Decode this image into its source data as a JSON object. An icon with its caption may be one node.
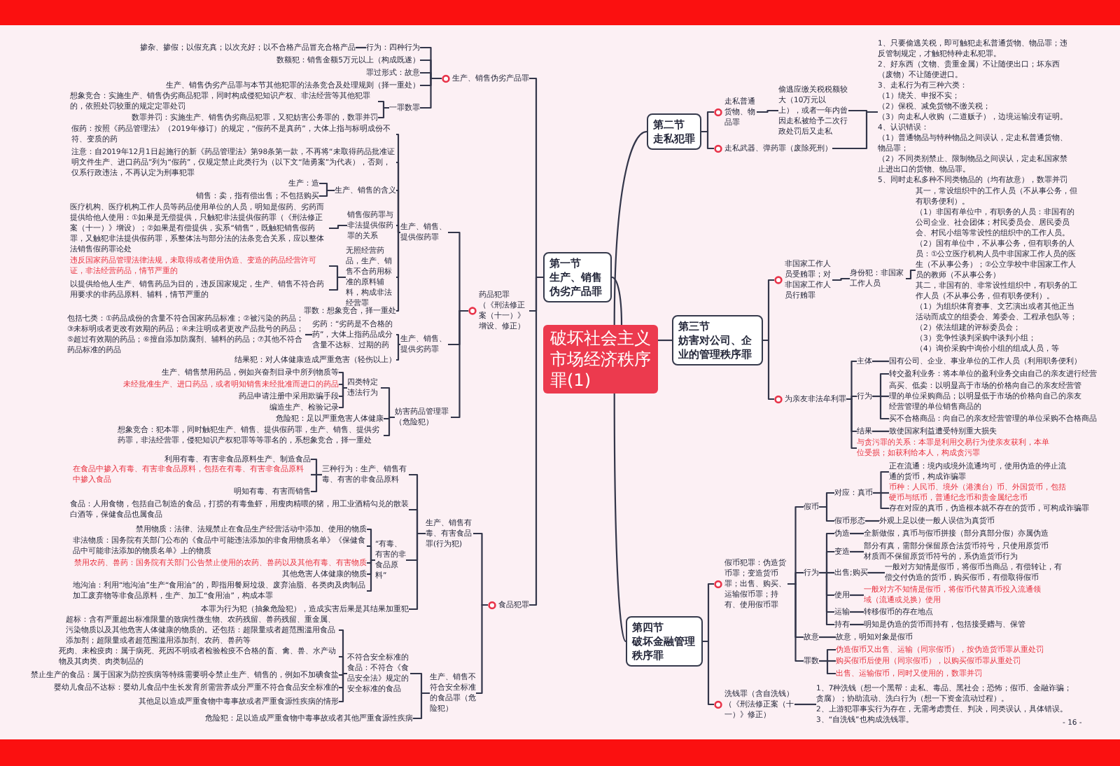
{
  "diagram": {
    "nodes": [
      {
        "text": [
          "破坏社会主义市场经济秩序罪(1)"
        ]
      },
      {
        "text": [
          "第一节",
          "生产、销售伪劣产品罪"
        ]
      },
      {
        "text": [
          "生产、销售伪劣产品罪"
        ]
      },
      {
        "text": [
          "行为：四种行为"
        ]
      },
      {
        "text": [
          "掺杂、掺假；以假充真；以次充好；以不合格产品冒充合格产品"
        ]
      },
      {
        "text": [
          "数额犯：销售金额5万元以上（构成既遂）"
        ]
      },
      {
        "text": [
          "罪过形式：故意"
        ]
      },
      {
        "text": [
          "生产、销售伪劣产品罪与本节其他犯罪的法条竞合及处理规则（择一重处）"
        ]
      },
      {
        "text": [
          "一罪数罪"
        ]
      },
      {
        "text": [
          "想象竞合：实施生产、销售伪劣商品犯罪，同时构成侵犯知识产权、非法经营等其他犯罪的，依照处罚较重的规定定罪处罚"
        ]
      },
      {
        "text": [
          "数罪并罚：实施生产、销售伪劣商品犯罪，又犯妨害公务罪的，数罪并罚"
        ]
      },
      {
        "text": [
          "药品犯罪（《刑法修正案（十一）》增设、修正）"
        ]
      },
      {
        "text": [
          "生产、销售、提供假药罪"
        ]
      },
      {
        "text": [
          "假药：按照《药品管理法》（2019年修订）的规定，“假药不是真药”，大体上指与标明成份不符、变质的药"
        ]
      },
      {
        "text": [
          "注意：自2019年12月1日起施行的新《药品管理法》第98条第一款，不再将“未取得药品批准证明文件生产、进口药品”列为“假药”，仅规定禁止此类行为（以下文“陆勇案”为代表），否则，仅系行政违法，不再认定为刑事犯罪"
        ]
      },
      {
        "text": [
          "生产、销售的含义"
        ]
      },
      {
        "text": [
          "生产：造"
        ]
      },
      {
        "text": [
          "销售：卖，指有偿出售；不包括购买"
        ]
      },
      {
        "text": [
          "销售假药罪与非法提供假药罪的关系"
        ]
      },
      {
        "text": [
          "医疗机构、医疗机构工作人员等药品使用单位的人员，明知是假药、劣药而提供给他人使用：①如果是无偿提供，只触犯非法提供假药罪（《刑法修正案（十一）》增设）；②如果是有偿提供，实系“销售”，既触犯销售假药罪，又触犯非法提供假药罪，系整体法与部分法的法条竞合关系，应以整体法销售假药罪论处"
        ]
      },
      {
        "text": [
          "无照经营药品，生产、销售不合药用标准的原料辅料，构成非法经营罪"
        ]
      },
      {
        "text": [
          "违反国家药品管理法律法规，未取得或者使用伪造、变造的药品经营许可证，非法经营药品，情节严重的"
        ]
      },
      {
        "text": [
          "以提供给他人生产、销售药品为目的，违反国家规定，生产、销售不符合药用要求的非药品原料、辅料，情节严重的"
        ]
      },
      {
        "text": [
          "罪数：想象竞合，择一重处"
        ]
      },
      {
        "text": [
          "生产、销售、提供劣药罪"
        ]
      },
      {
        "text": [
          "劣药：“劣药是不合格的药”，大体上指药品成分含量不达标、过期的药"
        ]
      },
      {
        "text": [
          "包括七类：①药品成份的含量不符合国家药品标准；②被污染的药品；③未标明或者更改有效期的药品；④未注明或者更改产品批号的药品；⑤超过有效期的药品；⑥擅自添加防腐剂、辅料的药品；⑦其他不符合药品标准的药品"
        ]
      },
      {
        "text": [
          "结果犯：对人体健康造成严重危害（轻伤以上）"
        ]
      },
      {
        "text": [
          "妨害药品管理罪（危险犯）"
        ]
      },
      {
        "text": [
          "四类特定违法行为"
        ]
      },
      {
        "text": [
          "生产、销售禁用药品，例如兴奋剂目录中所列物质等"
        ]
      },
      {
        "text": [
          "未经批准生产、进口药品，或者明知销售未经批准而进口的药品"
        ]
      },
      {
        "text": [
          "药品申请注册中采用欺骗手段"
        ]
      },
      {
        "text": [
          "编造生产、检验记录"
        ]
      },
      {
        "text": [
          "危险犯：足以严重危害人体健康"
        ]
      },
      {
        "text": [
          "想象竞合：犯本罪，同时触犯生产、销售、提供假药罪，生产、销售、提供劣药罪，非法经营罪，侵犯知识产权犯罪等等罪名的，系想象竞合，择一重处"
        ]
      },
      {
        "text": [
          "食品犯罪"
        ]
      },
      {
        "text": [
          "生产、销售有毒、有害食品罪(行为犯)"
        ]
      },
      {
        "text": [
          "三种行为：生产、销售有毒、有害的非食品原料"
        ]
      },
      {
        "text": [
          "利用有毒、有害非食品原料生产、制造食品"
        ]
      },
      {
        "text": [
          "在食品中掺入有毒、有害非食品原料，包括在有毒、有害非食品原料中掺入食品"
        ]
      },
      {
        "text": [
          "明知有毒、有害而销售"
        ]
      },
      {
        "text": [
          "食品：人用食物，包括自己制造的食品，打捞的有毒鱼虾，用瘦肉精喂的猪，用工业酒精勾兑的散装白酒等，保健食品也属食品"
        ]
      },
      {
        "text": [
          "“有毒、有害的非食品原料”"
        ]
      },
      {
        "text": [
          "禁用物质：法律、法规禁止在食品生产经营活动中添加、使用的物质"
        ]
      },
      {
        "text": [
          "非法物质：国务院有关部门公布的《食品中可能违法添加的非食用物质名单》《保健食品中可能非法添加的物质名单》上的物质"
        ]
      },
      {
        "text": [
          "禁用农药、兽药：国务院有关部门公告禁止使用的农药、兽药以及其他有毒、有害物质"
        ]
      },
      {
        "text": [
          "其他危害人体健康的物质"
        ]
      },
      {
        "text": [
          "地沟油：利用“地沟油”生产“食用油”的，即指用餐厨垃圾、废弃油脂、各类肉及肉制品加工废弃物等非食品原料，生产、加工“食用油”，构成本罪"
        ]
      },
      {
        "text": [
          "本罪为行为犯（抽象危险犯），造成实害后果是其结果加重犯"
        ]
      },
      {
        "text": [
          "生产、销售不符合安全标准的食品罪（危险犯）"
        ]
      },
      {
        "text": [
          "不符合安全标准的食品：不符合《食品安全法》规定的安全标准的食品"
        ]
      },
      {
        "text": [
          "超标：含有严重超出标准限量的致病性微生物、农药残留、兽药残留、重金属、污染物质以及其他危害人体健康的物质的。还包括：超限量或者超范围滥用食品添加剂；超限量或者超范围滥用添加剂、农药、兽药等"
        ]
      },
      {
        "text": [
          "死肉、未检疫肉：属于病死、死因不明或者检验检疫不合格的畜、禽、兽、水产动物及其肉类、肉类制品的"
        ]
      },
      {
        "text": [
          "禁止生产的食品：属于国家为防控疾病等特殊需要明令禁止生产、销售的，例如不加碘食盐"
        ]
      },
      {
        "text": [
          "婴幼儿食品不达标：婴幼儿食品中生长发育所需营养成分严重不符合食品安全标准的"
        ]
      },
      {
        "text": [
          "其他足以造成严重食物中毒事故或者严重食源性疾病的情形"
        ]
      },
      {
        "text": [
          "危险犯：足以造成严重食物中毒事故或者其他严重食源性疾病"
        ]
      },
      {
        "text": [
          "第二节",
          "走私犯罪"
        ]
      },
      {
        "text": [
          "走私普通货物、物品罪"
        ]
      },
      {
        "text": [
          "偷逃应缴关税税额较大（10万元以上），或者一年内曾因走私被给予二次行政处罚后又走私"
        ]
      },
      {
        "text": [
          "走私武器、弹药罪（废除死刑）"
        ]
      },
      {
        "text": [
          "1、只要偷逃关税，即可触犯走私普通货物、物品罪；违反管制规定，才触犯特种走私犯罪。",
          "2、好东西（文物、贵重金属）不让随便出口；坏东西（废物）不让随便进口。",
          "3、走私行为有三种六类：",
          "（1）绕关、申报不实；",
          "（2）保税、减免货物不缴关税；",
          "（3）向走私人收购（二道贩子），边境运输没有证明。",
          "4、认识错误：",
          "（1）普通物品与特种物品之间误认，定走私普通货物、物品罪；",
          "（2）不同类别禁止、限制物品之间误认，定走私国家禁止进出口的货物、物品罪。",
          "5、同时走私多种不同类物品的（均有故意），数罪并罚"
        ]
      },
      {
        "text": [
          "第三节",
          "妨害对公司、企业的管理秩序罪"
        ]
      },
      {
        "text": [
          "非国家工作人员受贿罪；对非国家工作人员行贿罪"
        ]
      },
      {
        "text": [
          "身份犯：非国家工作人员"
        ]
      },
      {
        "text": [
          "其一，常设组织中的工作人员（不从事公务，但有职务便利）。",
          "（1）非国有单位中，有职务的人员：非国有的公司企业、社会团体；村民委员会、居民委员会、村民小组等常设性的组织中的工作人员。",
          "（2）国有单位中，不从事公务，但有职务的人员：①公立医疗机构人员中非国家工作人员的医生（不从事公务）；②公立学校中非国家工作人员的教师（不从事公务）",
          "其二，非国有的、非常设性组织中，有职务的工作人员（不从事公务，但有职务便利）。",
          "（1）为组织体育赛事、文艺演出或者其他正当活动而成立的组委会、筹委会、工程承包队等；",
          "（2）依法组建的评标委员会；",
          "（3）竞争性谈判采购中谈判小组；",
          "（4）询价采购中询价小组的组成人员，等"
        ]
      },
      {
        "text": [
          "为亲友非法牟利罪"
        ]
      },
      {
        "text": [
          "主体"
        ]
      },
      {
        "text": [
          "国有公司、企业、事业单位的工作人员（利用职务便利）"
        ]
      },
      {
        "text": [
          "行为"
        ]
      },
      {
        "text": [
          "转交盈利业务：将本单位的盈利业务交由自己的亲友进行经营"
        ]
      },
      {
        "text": [
          "高买、低卖：以明显高于市场的价格向自己的亲友经营管理的单位采购商品；以明显低于市场的价格向自己的亲友经营管理的单位销售商品的"
        ]
      },
      {
        "text": [
          "买不合格商品：向自己的亲友经营管理的单位采购不合格商品"
        ]
      },
      {
        "text": [
          "结果"
        ]
      },
      {
        "text": [
          "致使国家利益遭受特别重大损失"
        ]
      },
      {
        "text": [
          "与贪污罪的关系：本罪是利用交易行为使亲友获利，本单位受损；如获利给本人，构成贪污罪"
        ]
      },
      {
        "text": [
          "第四节",
          "破坏金融管理秩序罪"
        ]
      },
      {
        "text": [
          "假币犯罪：伪造货币罪；变造货币罪；出售、购买、运输假币罪；持有、使用假币罪"
        ]
      },
      {
        "text": [
          "假币"
        ]
      },
      {
        "text": [
          "对应：真币"
        ]
      },
      {
        "text": [
          "正在流通：境内或境外流通均可，使用伪造的停止流通的货币，构成诈骗罪"
        ]
      },
      {
        "text": [
          "币种：人民币、境外（港澳台）币、外国货币，包括硬币与纸币，普通纪念币和贵金属纪念币"
        ]
      },
      {
        "text": [
          "存在对应的真币，伪造根本就不存在的货币，可构成诈骗罪"
        ]
      },
      {
        "text": [
          "假币形态"
        ]
      },
      {
        "text": [
          "外观上足以使一般人误信为真货币"
        ]
      },
      {
        "text": [
          "行为"
        ]
      },
      {
        "text": [
          "伪造"
        ]
      },
      {
        "text": [
          "全新做假，真币与假币拼接（部分真部分假）亦属伪造"
        ]
      },
      {
        "text": [
          "变造"
        ]
      },
      {
        "text": [
          "部分有真，需部分保留原合法货币符号，只使用原货币材质而不保留原货币符号的，系伪造货币行为"
        ]
      },
      {
        "text": [
          "出售;购买"
        ]
      },
      {
        "text": [
          "一般对方知情是假币，将假币当商品，有偿转让，有偿交付伪造的货币，购买假币，有偿取得假币"
        ]
      },
      {
        "text": [
          "使用"
        ]
      },
      {
        "text": [
          "一般对方不知情是假币，将假币代替真币投入流通领域（流通或兑换）使用"
        ]
      },
      {
        "text": [
          "运输"
        ]
      },
      {
        "text": [
          "转移假币的存在地点"
        ]
      },
      {
        "text": [
          "持有"
        ]
      },
      {
        "text": [
          "明知是伪造的货币而持有，包括接受赠与、保管"
        ]
      },
      {
        "text": [
          "故意"
        ]
      },
      {
        "text": [
          "故意，明知对象是假币"
        ]
      },
      {
        "text": [
          "罪数"
        ]
      },
      {
        "text": [
          "伪造假币又出售、运输（同宗假币），按伪造货币罪从重处罚"
        ]
      },
      {
        "text": [
          "购买假币后使用（同宗假币），以购买假币罪从重处罚"
        ]
      },
      {
        "text": [
          "出售、运输假币，同时又使用的，数罪并罚"
        ]
      },
      {
        "text": [
          "洗钱罪（含自洗钱）（《刑法修正案（十一）》修正）"
        ]
      },
      {
        "text": [
          "1、7种洗钱（想一个黑帮：走私、毒品、黑社会；恐怖；假币、金融诈骗；贪腐）；协助流动、洗白行为（想一下资金流动过程）。",
          "2、上游犯罪事实行为存在，无需考虑责任、判决，同类误认，具体错误。",
          "3、“自洗钱”也构成洗钱罪。"
        ]
      }
    ],
    "edges": [
      {
        "from": 0,
        "to": 1,
        "arrow": "none"
      },
      {
        "from": 1,
        "to": 2,
        "arrow": "none"
      },
      {
        "from": 2,
        "to": 3,
        "arrow": "none"
      },
      {
        "from": 3,
        "to": 4,
        "arrow": "none"
      },
      {
        "from": 2,
        "to": 5,
        "arrow": "none"
      },
      {
        "from": 2,
        "to": 6,
        "arrow": "none"
      },
      {
        "from": 2,
        "to": 7,
        "arrow": "none"
      },
      {
        "from": 2,
        "to": 8,
        "arrow": "none"
      },
      {
        "from": 8,
        "to": 9,
        "arrow": "none"
      },
      {
        "from": 8,
        "to": 10,
        "arrow": "none"
      },
      {
        "from": 1,
        "to": 11,
        "arrow": "none"
      },
      {
        "from": 11,
        "to": 12,
        "arrow": "none"
      },
      {
        "from": 12,
        "to": 13,
        "arrow": "none"
      },
      {
        "from": 12,
        "to": 14,
        "arrow": "none"
      },
      {
        "from": 12,
        "to": 15,
        "arrow": "none"
      },
      {
        "from": 15,
        "to": 16,
        "arrow": "none"
      },
      {
        "from": 15,
        "to": 17,
        "arrow": "none"
      },
      {
        "from": 12,
        "to": 18,
        "arrow": "none"
      },
      {
        "from": 18,
        "to": 19,
        "arrow": "none"
      },
      {
        "from": 12,
        "to": 20,
        "arrow": "none"
      },
      {
        "from": 20,
        "to": 21,
        "arrow": "none"
      },
      {
        "from": 20,
        "to": 22,
        "arrow": "none"
      },
      {
        "from": 12,
        "to": 23,
        "arrow": "none"
      },
      {
        "from": 11,
        "to": 24,
        "arrow": "none"
      },
      {
        "from": 24,
        "to": 25,
        "arrow": "none"
      },
      {
        "from": 25,
        "to": 26,
        "arrow": "none"
      },
      {
        "from": 24,
        "to": 27,
        "arrow": "none"
      },
      {
        "from": 11,
        "to": 28,
        "arrow": "none"
      },
      {
        "from": 28,
        "to": 29,
        "arrow": "none"
      },
      {
        "from": 29,
        "to": 30,
        "arrow": "none"
      },
      {
        "from": 29,
        "to": 31,
        "arrow": "none"
      },
      {
        "from": 29,
        "to": 32,
        "arrow": "none"
      },
      {
        "from": 29,
        "to": 33,
        "arrow": "none"
      },
      {
        "from": 28,
        "to": 34,
        "arrow": "none"
      },
      {
        "from": 28,
        "to": 35,
        "arrow": "none"
      },
      {
        "from": 1,
        "to": 36,
        "arrow": "none"
      },
      {
        "from": 36,
        "to": 37,
        "arrow": "none"
      },
      {
        "from": 37,
        "to": 38,
        "arrow": "none"
      },
      {
        "from": 38,
        "to": 39,
        "arrow": "none"
      },
      {
        "from": 38,
        "to": 40,
        "arrow": "none"
      },
      {
        "from": 38,
        "to": 41,
        "arrow": "none"
      },
      {
        "from": 37,
        "to": 42,
        "arrow": "none"
      },
      {
        "from": 37,
        "to": 43,
        "arrow": "none"
      },
      {
        "from": 43,
        "to": 44,
        "arrow": "none"
      },
      {
        "from": 43,
        "to": 45,
        "arrow": "none"
      },
      {
        "from": 43,
        "to": 46,
        "arrow": "none"
      },
      {
        "from": 43,
        "to": 47,
        "arrow": "none"
      },
      {
        "from": 43,
        "to": 48,
        "arrow": "none"
      },
      {
        "from": 37,
        "to": 49,
        "arrow": "none"
      },
      {
        "from": 36,
        "to": 50,
        "arrow": "none"
      },
      {
        "from": 50,
        "to": 51,
        "arrow": "none"
      },
      {
        "from": 51,
        "to": 52,
        "arrow": "none"
      },
      {
        "from": 51,
        "to": 53,
        "arrow": "none"
      },
      {
        "from": 51,
        "to": 54,
        "arrow": "none"
      },
      {
        "from": 51,
        "to": 55,
        "arrow": "none"
      },
      {
        "from": 51,
        "to": 56,
        "arrow": "none"
      },
      {
        "from": 50,
        "to": 57,
        "arrow": "none"
      },
      {
        "from": 0,
        "to": 58,
        "arrow": "none"
      },
      {
        "from": 58,
        "to": 59,
        "arrow": "none"
      },
      {
        "from": 59,
        "to": 60,
        "arrow": "none"
      },
      {
        "from": 58,
        "to": 61,
        "arrow": "none"
      },
      {
        "from": 60,
        "to": 62,
        "arrow": "none"
      },
      {
        "from": 61,
        "to": 62,
        "arrow": "none"
      },
      {
        "from": 0,
        "to": 63,
        "arrow": "none"
      },
      {
        "from": 63,
        "to": 64,
        "arrow": "none"
      },
      {
        "from": 64,
        "to": 65,
        "arrow": "none"
      },
      {
        "from": 65,
        "to": 66,
        "arrow": "none"
      },
      {
        "from": 63,
        "to": 67,
        "arrow": "none"
      },
      {
        "from": 67,
        "to": 68,
        "arrow": "none"
      },
      {
        "from": 68,
        "to": 69,
        "arrow": "none"
      },
      {
        "from": 67,
        "to": 70,
        "arrow": "none"
      },
      {
        "from": 70,
        "to": 71,
        "arrow": "none"
      },
      {
        "from": 70,
        "to": 72,
        "arrow": "none"
      },
      {
        "from": 70,
        "to": 73,
        "arrow": "none"
      },
      {
        "from": 67,
        "to": 74,
        "arrow": "none"
      },
      {
        "from": 74,
        "to": 75,
        "arrow": "none"
      },
      {
        "from": 67,
        "to": 76,
        "arrow": "none"
      },
      {
        "from": 0,
        "to": 77,
        "arrow": "none"
      },
      {
        "from": 77,
        "to": 78,
        "arrow": "none"
      },
      {
        "from": 78,
        "to": 79,
        "arrow": "none"
      },
      {
        "from": 79,
        "to": 80,
        "arrow": "none"
      },
      {
        "from": 80,
        "to": 81,
        "arrow": "none"
      },
      {
        "from": 80,
        "to": 82,
        "arrow": "none"
      },
      {
        "from": 80,
        "to": 83,
        "arrow": "none"
      },
      {
        "from": 79,
        "to": 84,
        "arrow": "none"
      },
      {
        "from": 84,
        "to": 85,
        "arrow": "none"
      },
      {
        "from": 78,
        "to": 86,
        "arrow": "none"
      },
      {
        "from": 86,
        "to": 87,
        "arrow": "none"
      },
      {
        "from": 87,
        "to": 88,
        "arrow": "none"
      },
      {
        "from": 86,
        "to": 89,
        "arrow": "none"
      },
      {
        "from": 89,
        "to": 90,
        "arrow": "none"
      },
      {
        "from": 86,
        "to": 91,
        "arrow": "none"
      },
      {
        "from": 91,
        "to": 92,
        "arrow": "none"
      },
      {
        "from": 86,
        "to": 93,
        "arrow": "none"
      },
      {
        "from": 93,
        "to": 94,
        "arrow": "none"
      },
      {
        "from": 86,
        "to": 95,
        "arrow": "none"
      },
      {
        "from": 95,
        "to": 96,
        "arrow": "none"
      },
      {
        "from": 86,
        "to": 97,
        "arrow": "none"
      },
      {
        "from": 97,
        "to": 98,
        "arrow": "none"
      },
      {
        "from": 78,
        "to": 99,
        "arrow": "none"
      },
      {
        "from": 99,
        "to": 100,
        "arrow": "none"
      },
      {
        "from": 78,
        "to": 101,
        "arrow": "none"
      },
      {
        "from": 101,
        "to": 102,
        "arrow": "none"
      },
      {
        "from": 101,
        "to": 103,
        "arrow": "none"
      },
      {
        "from": 101,
        "to": 104,
        "arrow": "none"
      },
      {
        "from": 77,
        "to": 105,
        "arrow": "none"
      },
      {
        "from": 105,
        "to": 106,
        "arrow": "none"
      }
    ],
    "labels": [
      "- 16 -"
    ]
  }
}
